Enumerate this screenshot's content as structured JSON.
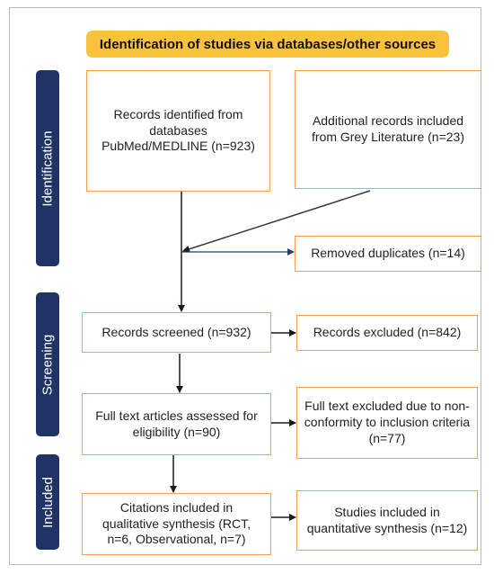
{
  "title": "Identification of studies via databases/other sources",
  "phases": {
    "identification": "Identification",
    "screening": "Screening",
    "included": "Included"
  },
  "boxes": {
    "records_identified": "Records identified from\ndatabases\nPubMed/MEDLINE (n=923)",
    "grey_literature": "Additional records included\nfrom Grey Literature (n=23)",
    "removed_duplicates": "Removed duplicates (n=14)",
    "records_screened": "Records screened (n=932)",
    "records_excluded": "Records excluded (n=842)",
    "full_text_assessed": "Full text articles assessed for\neligibility (n=90)",
    "full_text_excluded": "Full text excluded due to non-\nconformity to inclusion criteria\n(n=77)",
    "qualitative": "Citations included in\nqualitative synthesis (RCT,\nn=6, Observational, n=7)",
    "quantitative": "Studies included in\nquantitative synthesis (n=12)"
  },
  "colors": {
    "banner": "#f9c23c",
    "box_border": "#f3a052",
    "side_label": "#1f3464",
    "arrow": "#1a1a1a"
  }
}
